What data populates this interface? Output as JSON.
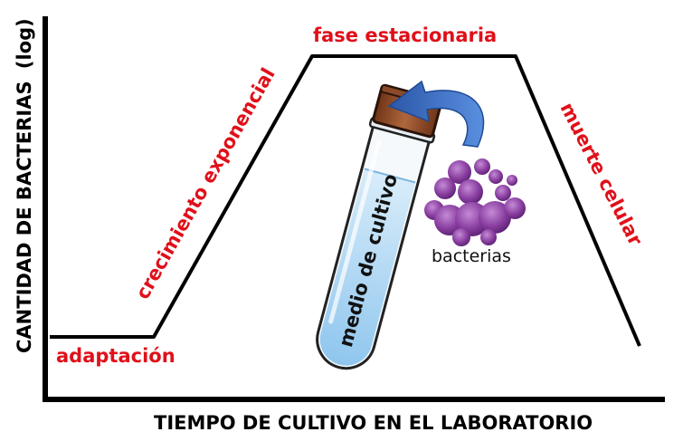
{
  "axes": {
    "y_label": "CANTIDAD DE BACTERIAS",
    "y_unit": "(log)",
    "x_label": "TIEMPO DE CULTIVO EN EL LABORATORIO"
  },
  "phases": {
    "lag": "adaptación",
    "exponential": "crecimiento exponencial",
    "stationary": "fase estacionaria",
    "death": "muerte celular"
  },
  "illustration": {
    "tube_label": "medio de cultivo",
    "bacteria_label": "bacterias"
  },
  "colors": {
    "phase_text": "#e0101a",
    "curve": "#000000",
    "arrow": "#3a6fc4",
    "bacteria": "#8a3fa0",
    "medium": "#a9d4f2",
    "cap": "#9a5230"
  },
  "icons": {
    "tube": "test-tube-icon",
    "arrow": "curved-arrow-icon",
    "bacteria": "bacteria-cluster-icon"
  }
}
